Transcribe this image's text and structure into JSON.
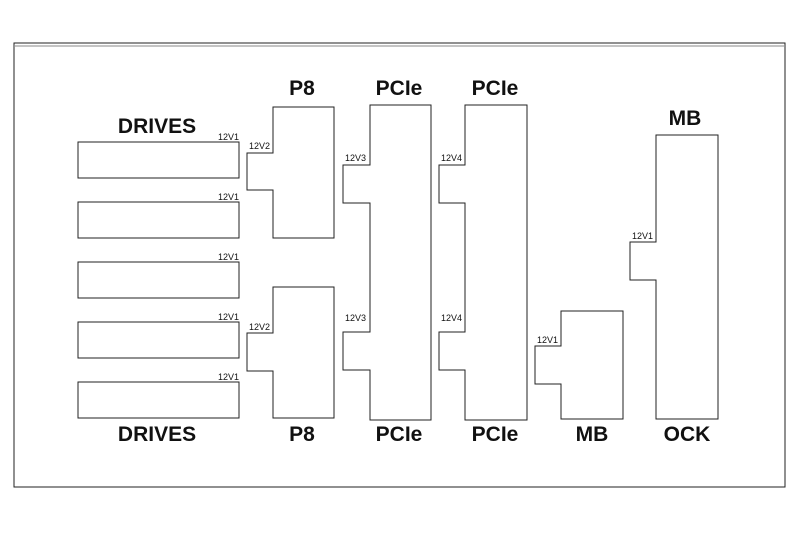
{
  "diagram": {
    "colors": {
      "line": "#222222",
      "background": "#ffffff",
      "text": "#111111"
    },
    "drives": {
      "top_label": "DRIVES",
      "bottom_label": "DRIVES",
      "slot_labels": [
        "12V1",
        "12V1",
        "12V1",
        "12V1",
        "12V1"
      ]
    },
    "p8": {
      "top_label": "P8",
      "bottom_label": "P8",
      "upper_pin_label": "12V2",
      "lower_pin_label": "12V2"
    },
    "pcie_left": {
      "top_label": "PCIe",
      "bottom_label": "PCIe",
      "upper_pin_label": "12V3",
      "lower_pin_label": "12V3"
    },
    "pcie_right": {
      "top_label": "PCIe",
      "bottom_label": "PCIe",
      "upper_pin_label": "12V4",
      "lower_pin_label": "12V4"
    },
    "mb_small": {
      "label": "MB",
      "pin_label": "12V1"
    },
    "mb_large": {
      "top_label": "MB",
      "bottom_label": "OCK",
      "pin_label": "12V1"
    }
  }
}
